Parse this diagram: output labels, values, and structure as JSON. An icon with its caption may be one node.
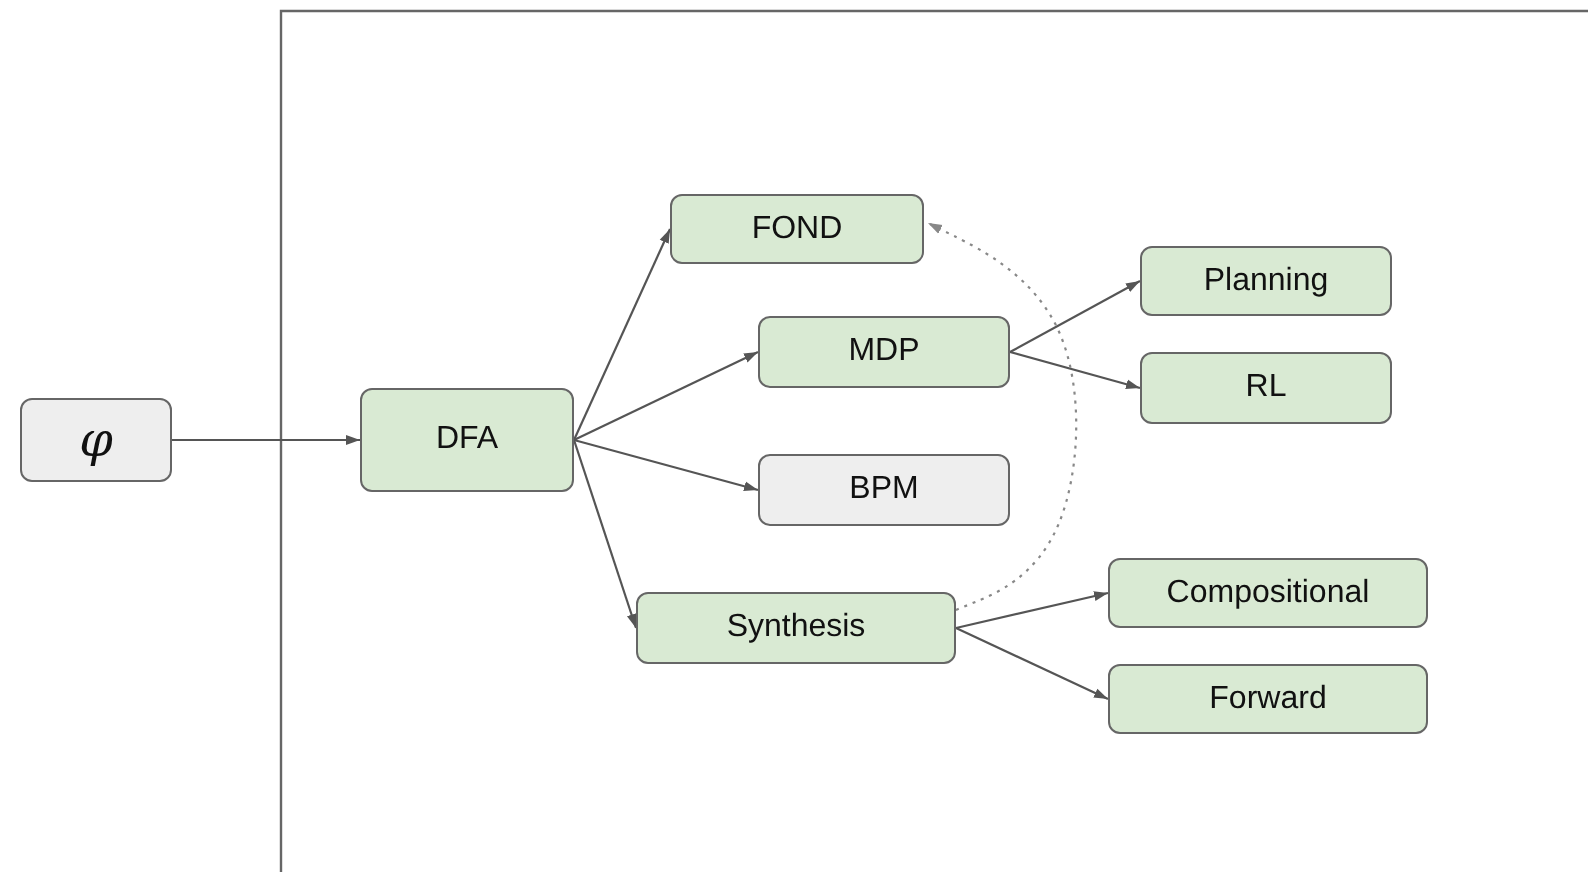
{
  "diagram": {
    "nodes": [
      {
        "text": [
          "φ"
        ]
      },
      {
        "text": [
          "DFA"
        ]
      },
      {
        "text": [
          "FOND"
        ]
      },
      {
        "text": [
          "MDP"
        ]
      },
      {
        "text": [
          "BPM"
        ]
      },
      {
        "text": [
          "Synthesis"
        ]
      },
      {
        "text": [
          "Planning"
        ]
      },
      {
        "text": [
          "RL"
        ]
      },
      {
        "text": [
          "Compositional"
        ]
      },
      {
        "text": [
          "Forward"
        ]
      }
    ],
    "edges": [
      {
        "from": 0,
        "to": 1,
        "arrow": "to"
      },
      {
        "from": 1,
        "to": 2,
        "arrow": "to"
      },
      {
        "from": 1,
        "to": 3,
        "arrow": "to"
      },
      {
        "from": 1,
        "to": 4,
        "arrow": "to"
      },
      {
        "from": 1,
        "to": 5,
        "arrow": "to"
      },
      {
        "from": 3,
        "to": 6,
        "arrow": "to"
      },
      {
        "from": 3,
        "to": 7,
        "arrow": "to"
      },
      {
        "from": 5,
        "to": 8,
        "arrow": "to"
      },
      {
        "from": 5,
        "to": 9,
        "arrow": "to"
      },
      {
        "from": 5,
        "to": 2,
        "arrow": "to",
        "style": "dashed",
        "color": "#888888"
      }
    ]
  }
}
